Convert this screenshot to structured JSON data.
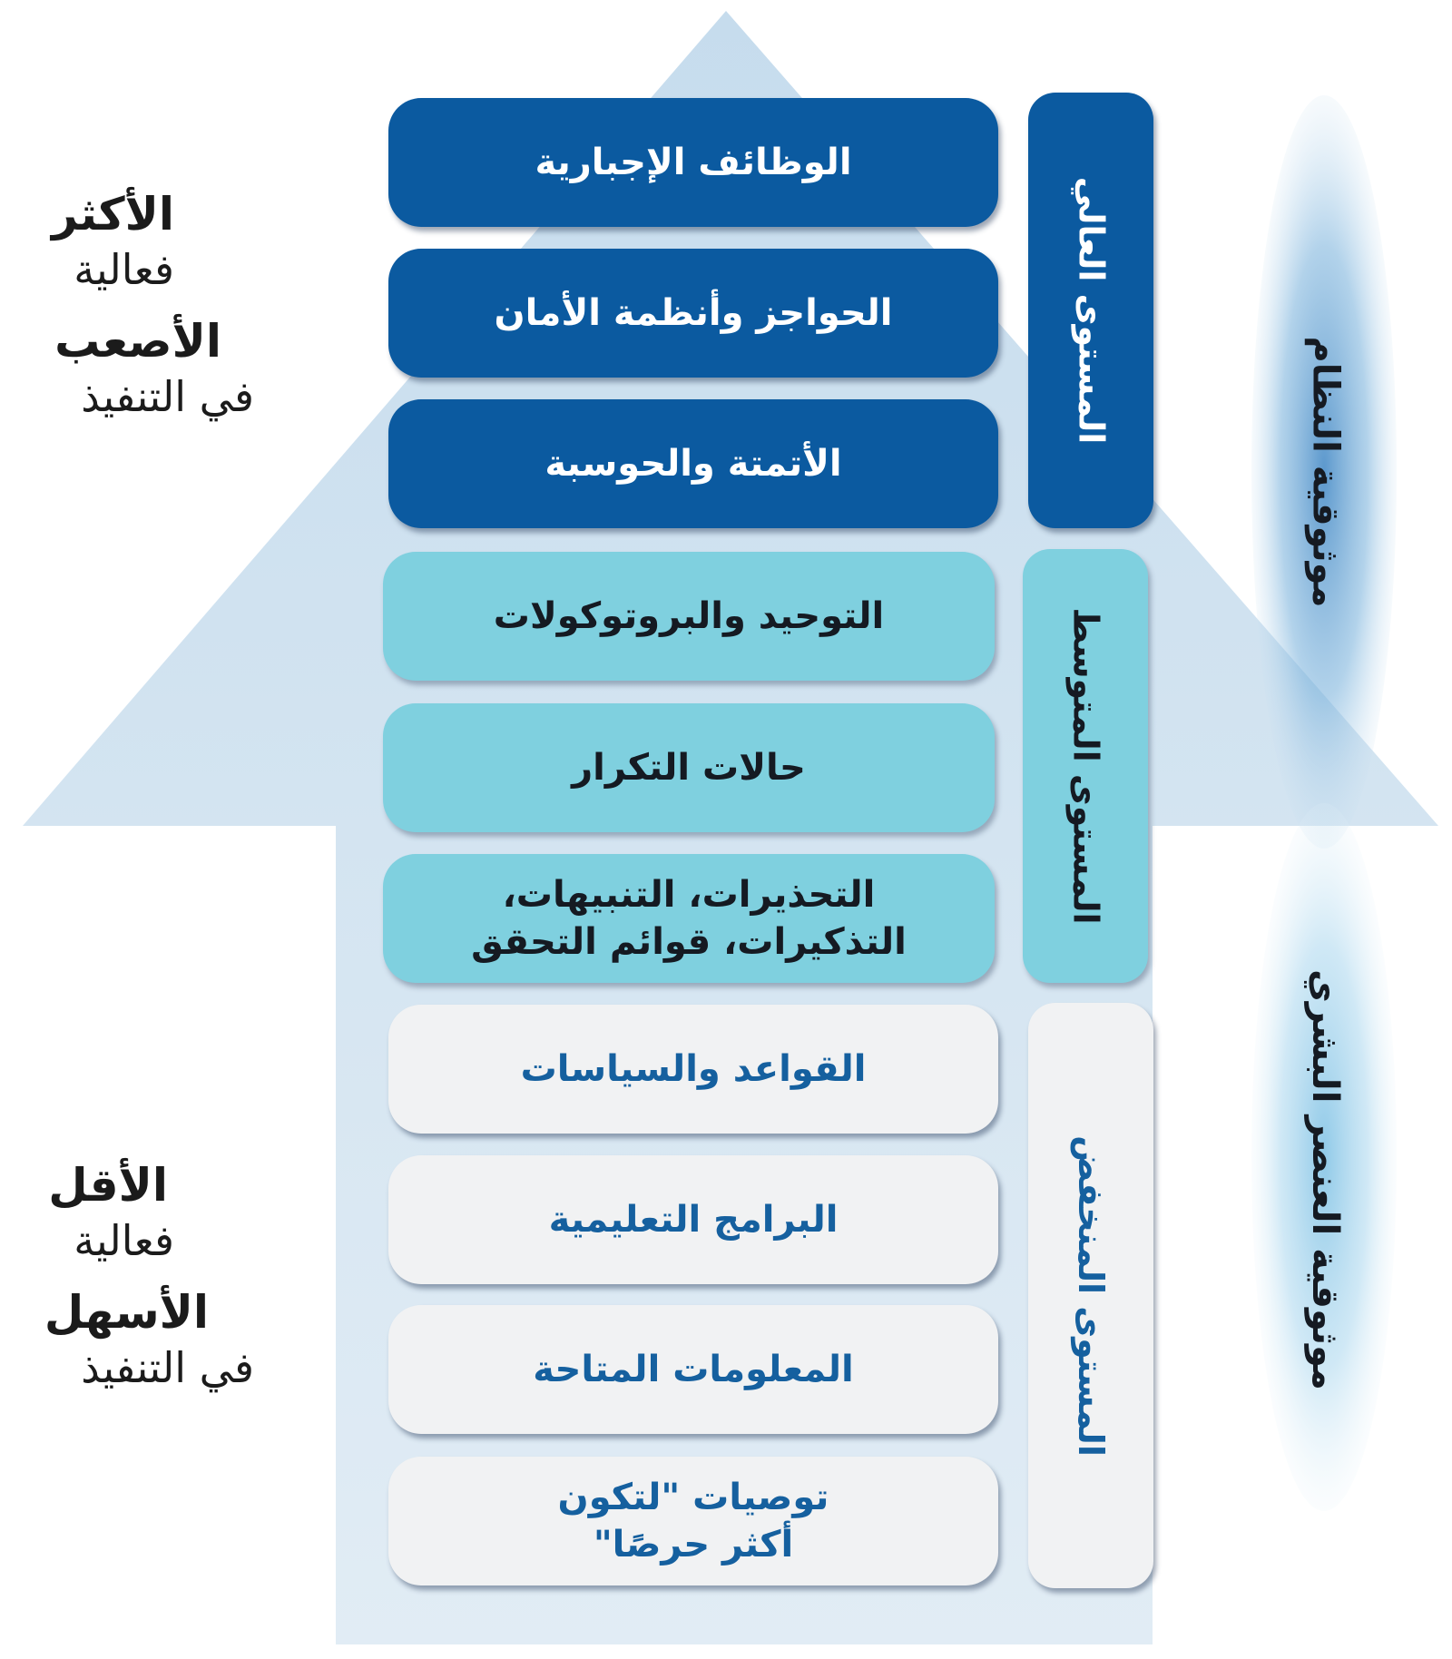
{
  "arrow_color": "#cfe0ee",
  "colors": {
    "high": "#0b5aa0",
    "mid": "#7fd0df",
    "low": "#f1f2f3",
    "low_text": "#15609f"
  },
  "high": {
    "label": "المستوى العالي",
    "items": [
      "الوظائف الإجبارية",
      "الحواجز وأنظمة الأمان",
      "الأتمتة والحوسبة"
    ]
  },
  "mid": {
    "label": "المستوى المتوسط",
    "items": [
      "التوحيد والبروتوكولات",
      "حالات التكرار",
      "التحذيرات، التنبيهات، التذكيرات، قوائم التحقق"
    ]
  },
  "low": {
    "label": "المستوى المنخفض",
    "items": [
      "القواعد والسياسات",
      "البرامج التعليمية",
      "المعلومات المتاحة",
      "توصيات \"لتكون أكثر حرصًا\""
    ]
  },
  "reliability": {
    "system": "موثوقية النظام",
    "human": "موثوقية العنصر البشري"
  },
  "top_side": {
    "line1": "الأكثر",
    "line2": "فعالية",
    "line3": "الأصعب",
    "line4": "في التنفيذ"
  },
  "bottom_side": {
    "line1": "الأقل",
    "line2": "فعالية",
    "line3": "الأسهل",
    "line4": "في التنفيذ"
  }
}
